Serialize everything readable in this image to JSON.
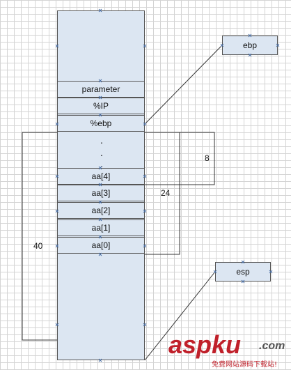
{
  "stack_cells": [
    "parameter",
    "%IP",
    "%ebp",
    "aa[4]",
    "aa[3]",
    "aa[2]",
    "aa[1]",
    "aa[0]"
  ],
  "ellipsis": ".",
  "register_ebp": "ebp",
  "register_esp": "esp",
  "offsets": {
    "eight": "8",
    "twentyfour": "24",
    "forty": "40"
  },
  "watermark": {
    "brand": "aspku",
    "domain": ".com",
    "sub": "免费网站源码下载站!"
  },
  "colors": {
    "cell_fill": "#dce6f2",
    "line": "#333333",
    "marker": "#4a6fa5",
    "brand": "#c0202a"
  }
}
